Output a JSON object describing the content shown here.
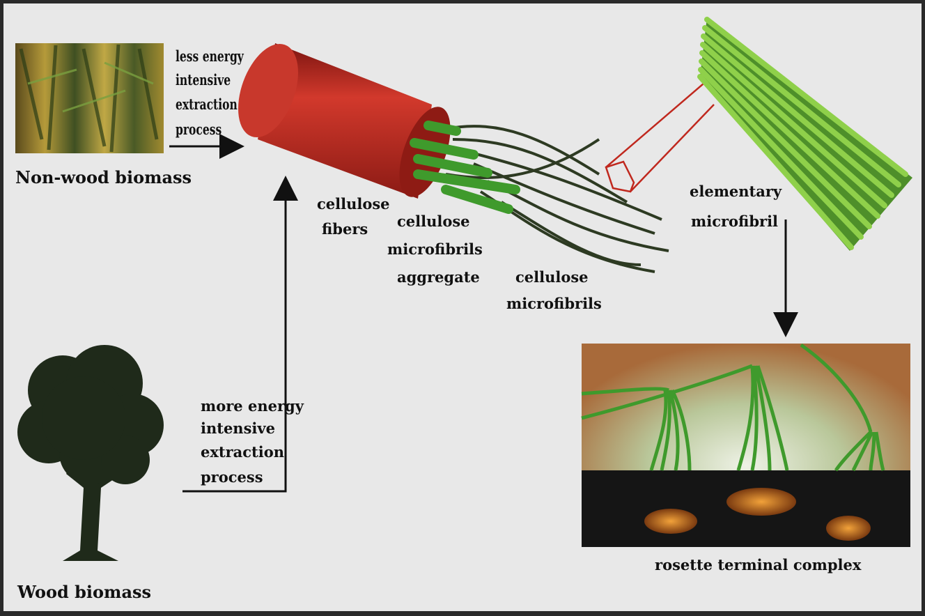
{
  "labels": {
    "less_energy": [
      "less energy",
      "intensive",
      "extraction",
      "process"
    ],
    "non_wood": "Non-wood biomass",
    "cellulose_fibers": [
      "cellulose",
      "fibers"
    ],
    "microfibrils_aggregate": [
      "cellulose",
      "microfibrils",
      "aggregate"
    ],
    "microfibrils": [
      "cellulose",
      "microfibrils"
    ],
    "elementary": [
      "elementary",
      "microfibril"
    ],
    "rosette": "rosette terminal complex",
    "more_energy": [
      "more energy",
      "intensive",
      "extraction",
      "process"
    ],
    "wood": "Wood  biomass"
  },
  "colors": {
    "background": "#e8e8e8",
    "cylinder": "#b8231c",
    "fiber_green": "#3f9a2c",
    "microfibril_dark": "#2d3a22",
    "bundle_green": "#6fb835",
    "tree": "#1f2a1a"
  }
}
